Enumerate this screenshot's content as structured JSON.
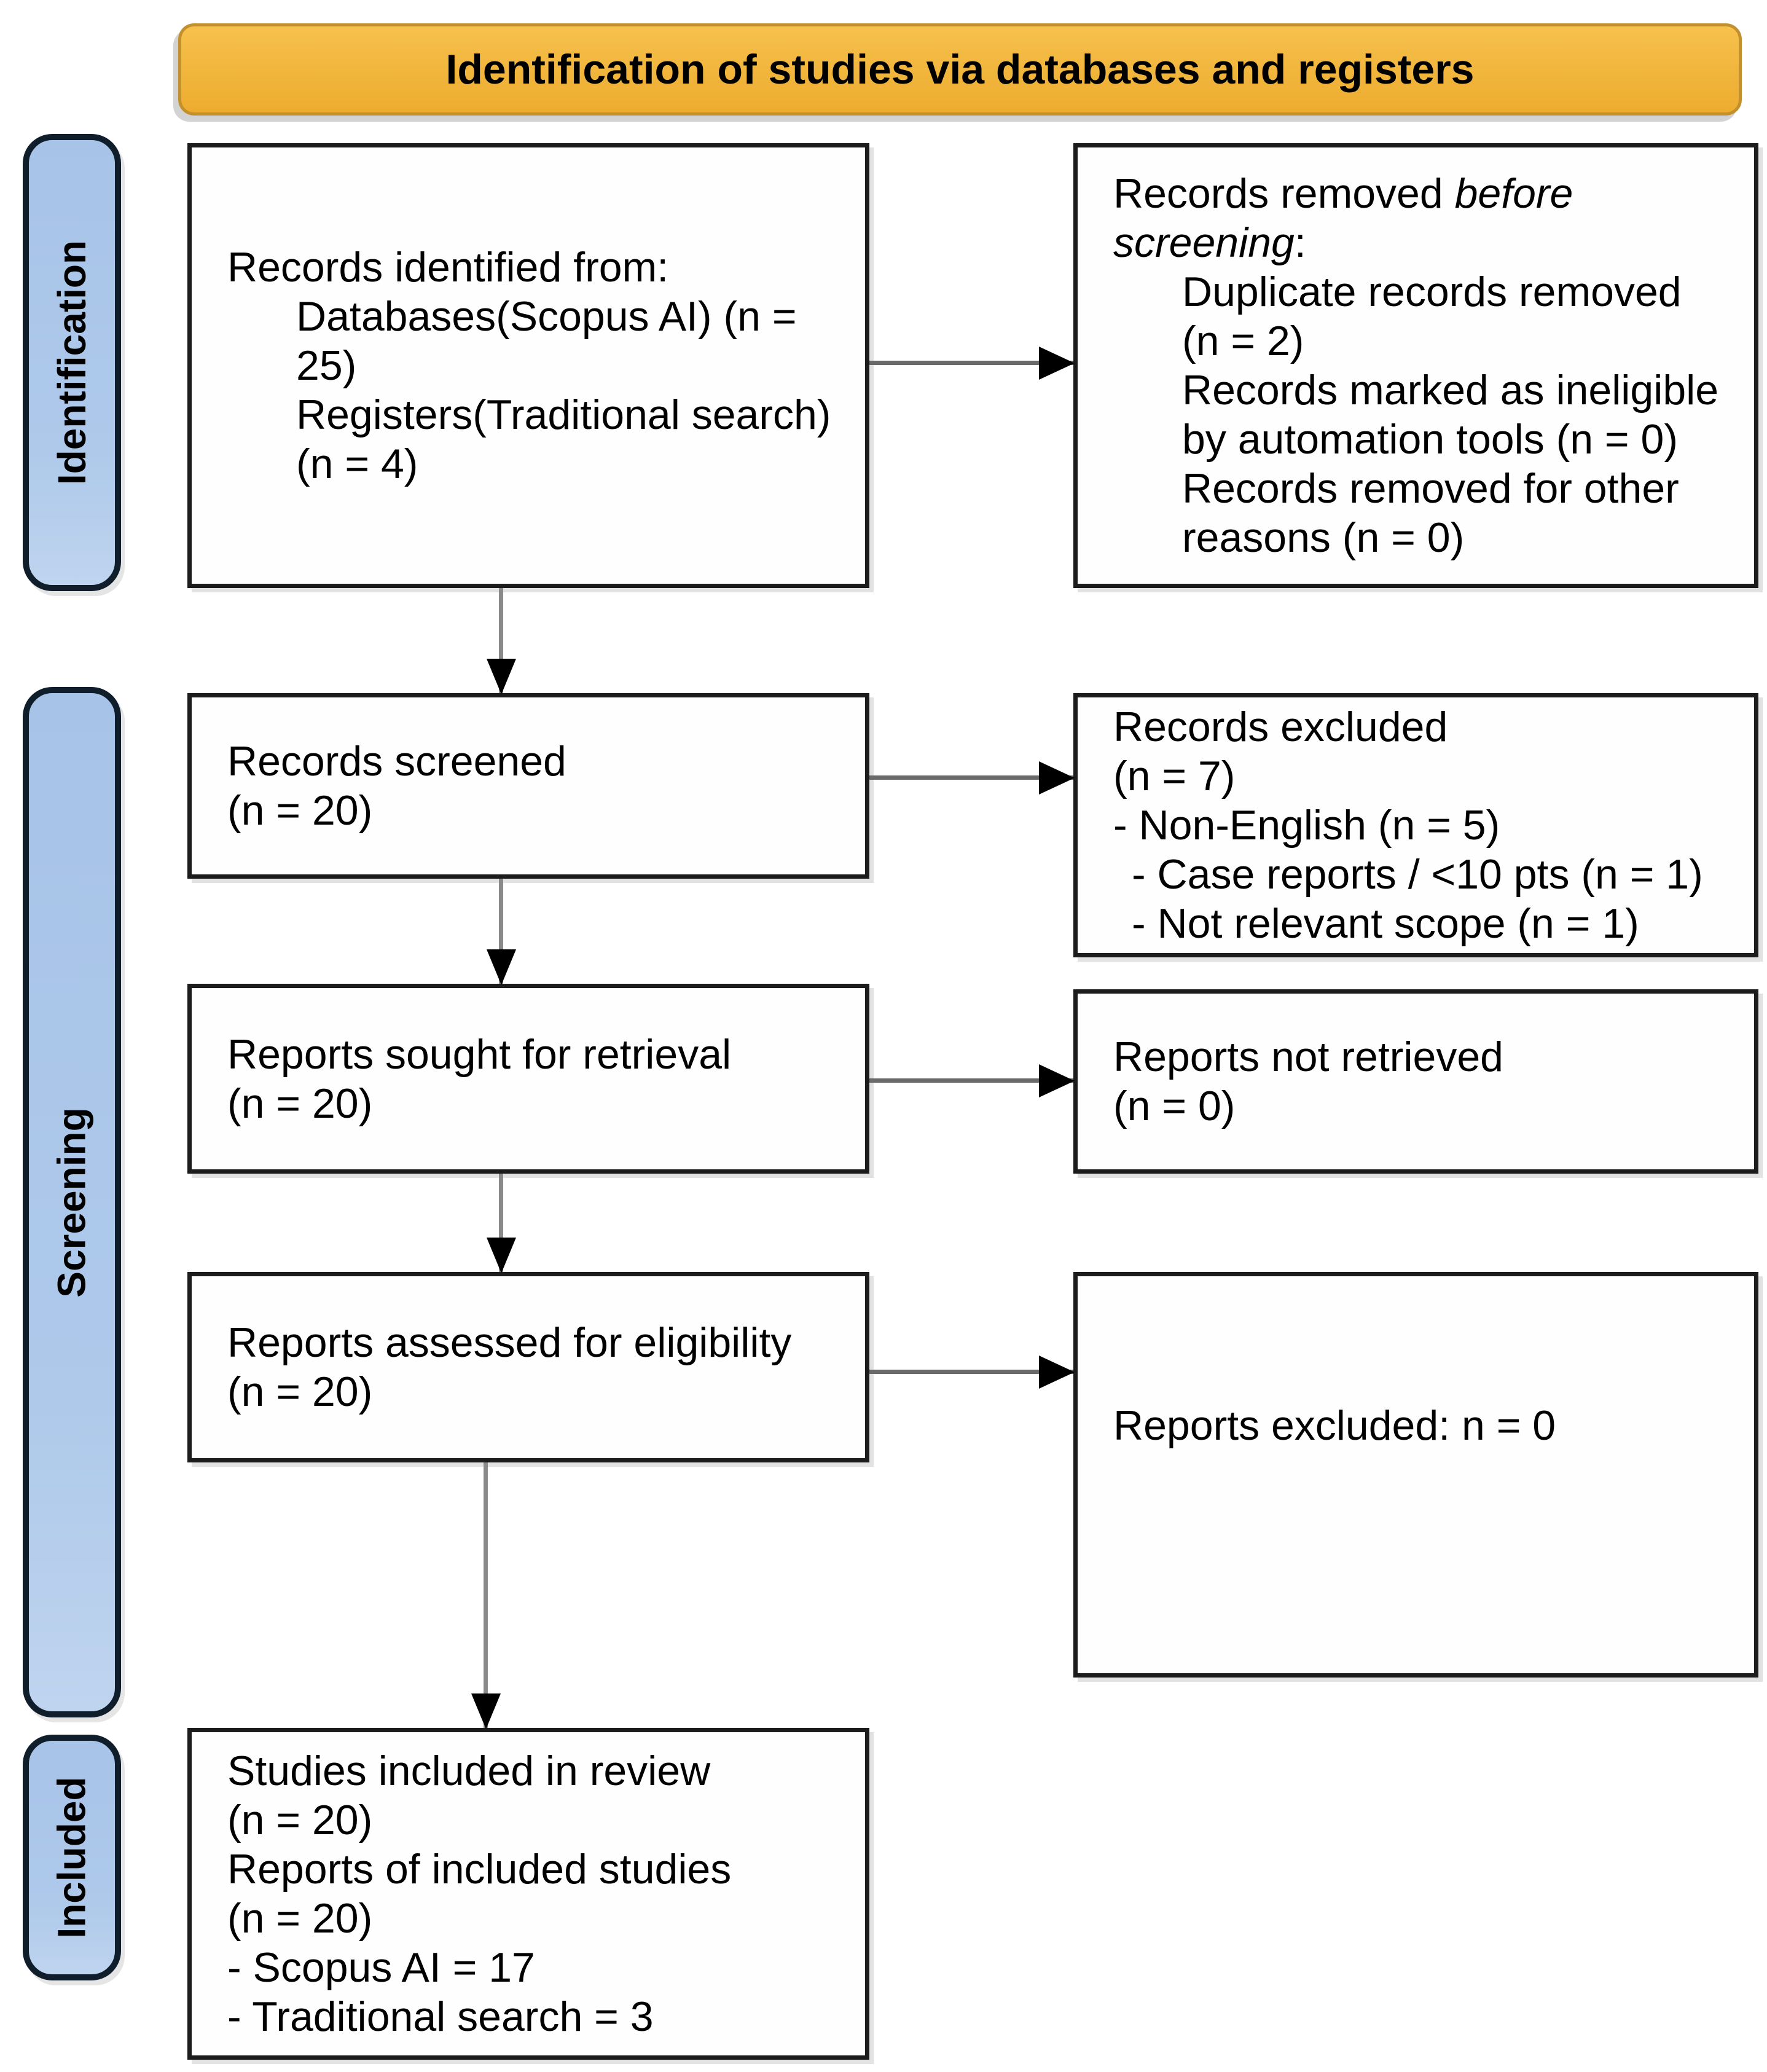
{
  "banner": {
    "label": "Identification of studies via databases and registers",
    "fill": "#F1B53C",
    "border": "#C2902C"
  },
  "stages": [
    {
      "id": "identification",
      "label": "Identification"
    },
    {
      "id": "screening",
      "label": "Screening"
    },
    {
      "id": "included",
      "label": "Included"
    }
  ],
  "colors": {
    "stage_fill": "#AEC9EA",
    "stage_border": "#101D2B",
    "box_border": "#1C1C1C",
    "arrow_line": "#6A6A6A",
    "arrow_head": "#000000",
    "text": "#000000"
  },
  "boxes": {
    "records_identified": {
      "lines": [
        {
          "ind": 0,
          "parts": [
            {
              "t": "Records identified from:"
            }
          ]
        },
        {
          "ind": 112,
          "parts": [
            {
              "t": "Databases(Scopus AI) (n ="
            }
          ]
        },
        {
          "ind": 112,
          "parts": [
            {
              "t": "25)"
            }
          ]
        },
        {
          "ind": 112,
          "parts": [
            {
              "t": "Registers(Traditional search)"
            }
          ]
        },
        {
          "ind": 112,
          "parts": [
            {
              "t": "(n = 4)"
            }
          ]
        }
      ]
    },
    "records_removed": {
      "lines": [
        {
          "ind": 0,
          "parts": [
            {
              "t": "Records removed "
            },
            {
              "t": "before",
              "i": true
            }
          ]
        },
        {
          "ind": 0,
          "parts": [
            {
              "t": "screening",
              "i": true
            },
            {
              "t": ":"
            }
          ]
        },
        {
          "ind": 112,
          "parts": [
            {
              "t": "Duplicate records removed"
            }
          ]
        },
        {
          "ind": 112,
          "parts": [
            {
              "t": "(n = 2)"
            }
          ]
        },
        {
          "ind": 112,
          "parts": [
            {
              "t": "Records marked as ineligible"
            }
          ]
        },
        {
          "ind": 112,
          "parts": [
            {
              "t": "by automation tools (n = 0)"
            }
          ]
        },
        {
          "ind": 112,
          "parts": [
            {
              "t": "Records removed for other"
            }
          ]
        },
        {
          "ind": 112,
          "parts": [
            {
              "t": "reasons (n = 0)"
            }
          ]
        }
      ]
    },
    "records_screened": {
      "lines": [
        {
          "ind": 0,
          "parts": [
            {
              "t": "Records screened"
            }
          ]
        },
        {
          "ind": 0,
          "parts": [
            {
              "t": "(n = 20)"
            }
          ]
        }
      ]
    },
    "records_excluded": {
      "lines": [
        {
          "ind": 0,
          "parts": [
            {
              "t": "Records excluded"
            }
          ]
        },
        {
          "ind": 0,
          "parts": [
            {
              "t": "(n = 7)"
            }
          ]
        },
        {
          "ind": 0,
          "parts": [
            {
              "t": "- Non-English (n = 5)"
            }
          ]
        },
        {
          "ind": 30,
          "parts": [
            {
              "t": "- Case reports / <10 pts (n = 1)"
            }
          ]
        },
        {
          "ind": 30,
          "parts": [
            {
              "t": "- Not relevant scope (n = 1)"
            }
          ]
        }
      ]
    },
    "reports_sought": {
      "lines": [
        {
          "ind": 0,
          "parts": [
            {
              "t": "Reports sought for retrieval"
            }
          ]
        },
        {
          "ind": 0,
          "parts": [
            {
              "t": "(n = 20)"
            }
          ]
        }
      ]
    },
    "reports_not_retrieved": {
      "lines": [
        {
          "ind": 0,
          "parts": [
            {
              "t": "Reports not retrieved"
            }
          ]
        },
        {
          "ind": 0,
          "parts": [
            {
              "t": "(n = 0)"
            }
          ]
        }
      ]
    },
    "reports_assessed": {
      "lines": [
        {
          "ind": 0,
          "parts": [
            {
              "t": "Reports assessed for eligibility"
            }
          ]
        },
        {
          "ind": 0,
          "parts": [
            {
              "t": "(n = 20)"
            }
          ]
        }
      ]
    },
    "reports_excluded": {
      "lines": [
        {
          "ind": 0,
          "parts": [
            {
              "t": "Reports excluded: n = 0"
            }
          ]
        }
      ]
    },
    "studies_included": {
      "lines": [
        {
          "ind": 0,
          "parts": [
            {
              "t": "Studies included in review"
            }
          ]
        },
        {
          "ind": 0,
          "parts": [
            {
              "t": "(n = 20)"
            }
          ]
        },
        {
          "ind": 0,
          "parts": [
            {
              "t": "Reports of included studies"
            }
          ]
        },
        {
          "ind": 0,
          "parts": [
            {
              "t": "(n = 20)"
            }
          ]
        },
        {
          "ind": 0,
          "parts": [
            {
              "t": "- Scopus AI = 17"
            }
          ]
        },
        {
          "ind": 0,
          "parts": [
            {
              "t": "- Traditional search = 3"
            }
          ]
        }
      ]
    }
  }
}
